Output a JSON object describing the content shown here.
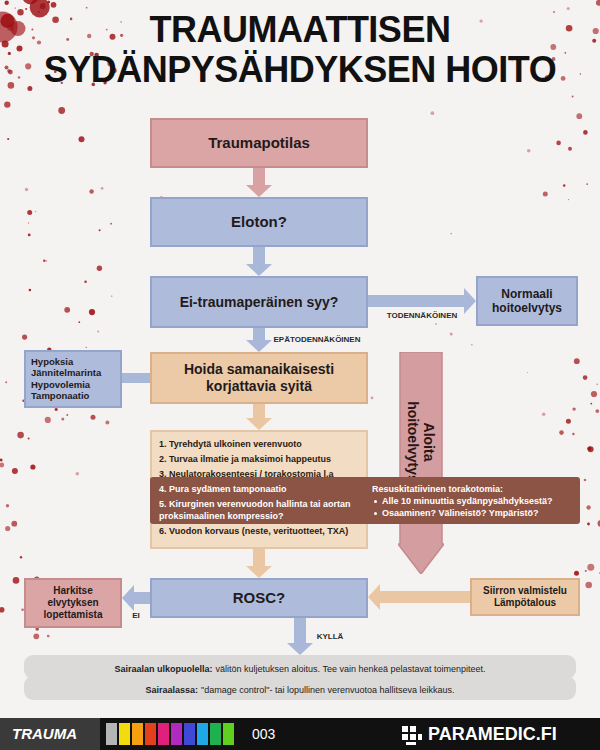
{
  "diagram": {
    "title": "TRAUMAATTISEN SYDÄNPYSÄHDYKSEN HOITO",
    "nodes": [
      {
        "text": [
          "Traumapotilas"
        ]
      },
      {
        "text": [
          "Eloton?"
        ]
      },
      {
        "text": [
          "Ei-traumaperäinen syy?"
        ]
      },
      {
        "text": [
          "Normaali hoitoelvytys"
        ]
      },
      {
        "text": [
          "Hypoksia Jännitelmarinta Hypovolemia Tamponaatio"
        ]
      },
      {
        "text": [
          "Hoida samanaikaisesti korjattavia syitä"
        ]
      },
      {
        "text": [
          "Aloita hoitoelvytys"
        ]
      },
      {
        "text": [
          "1. Tyrehdytä ulkoinen verenvuoto",
          "2. Turvaa ilmatie ja maksimoi happeutus",
          "3. Neulatorakosenteesi / torakostomia l.a",
          "4. Pura sydämen tamponaatio",
          "5. Kirurginen verenvuodon hallinta tai aortan proksimaalinen kompressio?",
          "6. Vuodon korvaus (neste, verituotteet, TXA)"
        ]
      },
      {
        "text": [
          "Resuskitatiivinen torakotomia:",
          "Alle 10 minuuttia sydänpysähdyksestä?",
          "Osaaminen? Välineistö? Ympäristö?"
        ],
        "in": 7
      },
      {
        "text": [
          "ROSC?"
        ]
      },
      {
        "text": [
          "Harkitse elvytyksen lopettamista"
        ]
      },
      {
        "text": [
          "Siirron valmistelu Lämpötalous"
        ]
      },
      {
        "text": [
          "Sairaalan ulkopuolella:",
          "välitön kuljetuksen aloitus. Tee vain henkeä pelastavat toimenpiteet."
        ]
      },
      {
        "text": [
          "Sairaalassa:",
          "\"damage control\"- tai lopullinen verenvuotoa hallitseva leikkaus."
        ]
      }
    ],
    "edges": [
      {
        "from": 0,
        "to": 1,
        "arrow": "to"
      },
      {
        "from": 1,
        "to": 2,
        "arrow": "to"
      },
      {
        "from": 2,
        "to": 3,
        "arrow": "to",
        "label": "TODENNÄKÖINEN"
      },
      {
        "from": 2,
        "to": 5,
        "arrow": "to",
        "label": "EPÄTODENNÄKÖINEN"
      },
      {
        "from": 4,
        "to": 5,
        "arrow": "none"
      },
      {
        "from": 5,
        "to": 7,
        "arrow": "to"
      },
      {
        "from": 7,
        "to": 9,
        "arrow": "to"
      },
      {
        "from": 11,
        "to": 9,
        "arrow": "to"
      },
      {
        "from": 9,
        "to": 10,
        "arrow": "to",
        "label": "EI"
      },
      {
        "from": 9,
        "to": 12,
        "arrow": "to",
        "label": "KYLLÄ"
      }
    ],
    "labels": [
      "TRAUMA",
      "003",
      "PARAMEDIC.FI"
    ]
  }
}
